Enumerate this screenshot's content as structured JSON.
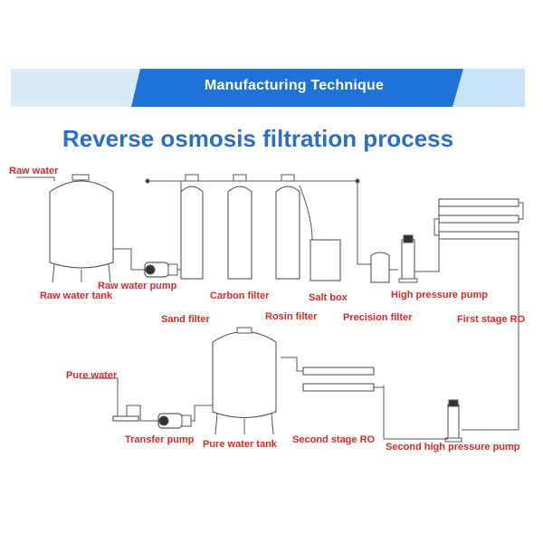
{
  "banner": {
    "title": "Manufacturing Technique"
  },
  "diagram": {
    "title": "Reverse osmosis filtration process",
    "labels": {
      "raw_water": "Raw water",
      "raw_water_tank": "Raw water tank",
      "raw_water_pump": "Raw water pump",
      "carbon_filter": "Carbon filter",
      "salt_box": "Salt box",
      "high_pressure_pump": "High pressure pump",
      "sand_filter": "Sand filter",
      "rosin_filter": "Rosin filter",
      "precision_filter": "Precision filter",
      "first_stage_ro": "First stage RO",
      "pure_water": "Pure water",
      "transfer_pump": "Transfer pump",
      "pure_water_tank": "Pure water tank",
      "second_stage_ro": "Second stage RO",
      "second_high_pressure_pump": "Second high pressure pump"
    }
  },
  "colors": {
    "banner_blue": "#1e73d8",
    "banner_light": "#c7e1f6",
    "title_blue": "#2a6fc4",
    "label_red": "#d62a2a",
    "line": "#555555"
  }
}
